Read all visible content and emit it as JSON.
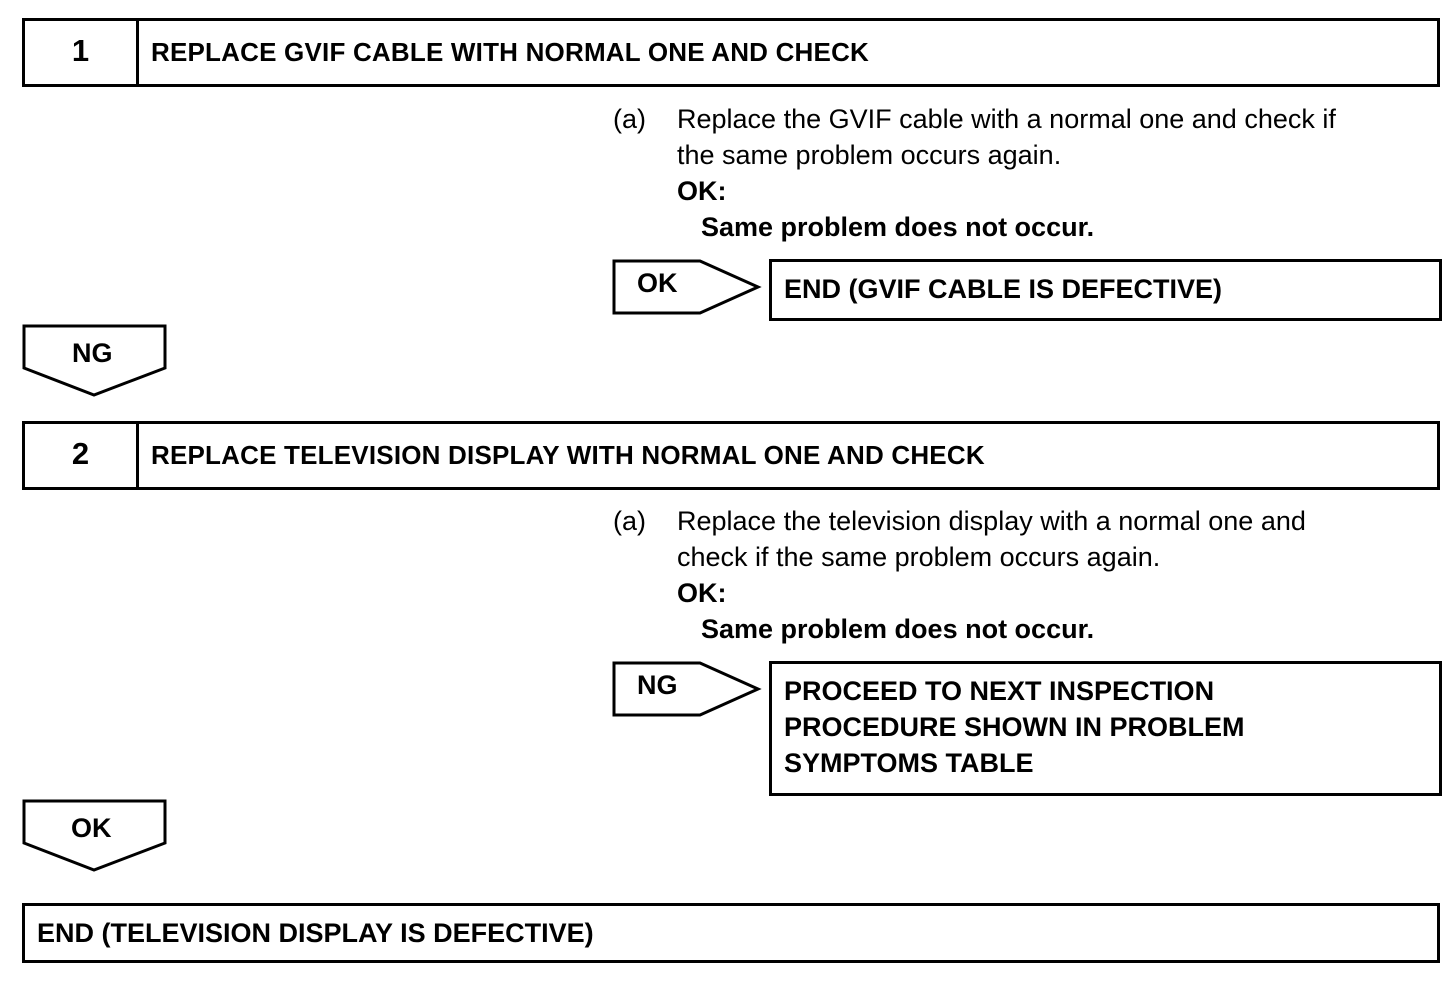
{
  "step1": {
    "number": "1",
    "title": "REPLACE GVIF CABLE WITH NORMAL ONE AND CHECK",
    "item_marker": "(a)",
    "instruction_line1": "Replace the GVIF cable with a normal one and check if",
    "instruction_line2": "the same problem occurs again.",
    "ok_label": "OK:",
    "ok_condition": "Same problem does not occur.",
    "branch_label": "OK",
    "branch_result": "END (GVIF CABLE IS DEFECTIVE)",
    "down_label": "NG"
  },
  "step2": {
    "number": "2",
    "title": "REPLACE TELEVISION DISPLAY WITH NORMAL ONE AND CHECK",
    "item_marker": "(a)",
    "instruction_line1": "Replace the television display with a normal one and",
    "instruction_line2": "check if the same problem occurs again.",
    "ok_label": "OK:",
    "ok_condition": "Same problem does not occur.",
    "branch_label": "NG",
    "branch_result_line1": "PROCEED TO NEXT INSPECTION",
    "branch_result_line2": "PROCEDURE SHOWN IN PROBLEM",
    "branch_result_line3": "SYMPTOMS TABLE",
    "down_label": "OK"
  },
  "final": {
    "result": "END (TELEVISION DISPLAY IS DEFECTIVE)"
  }
}
